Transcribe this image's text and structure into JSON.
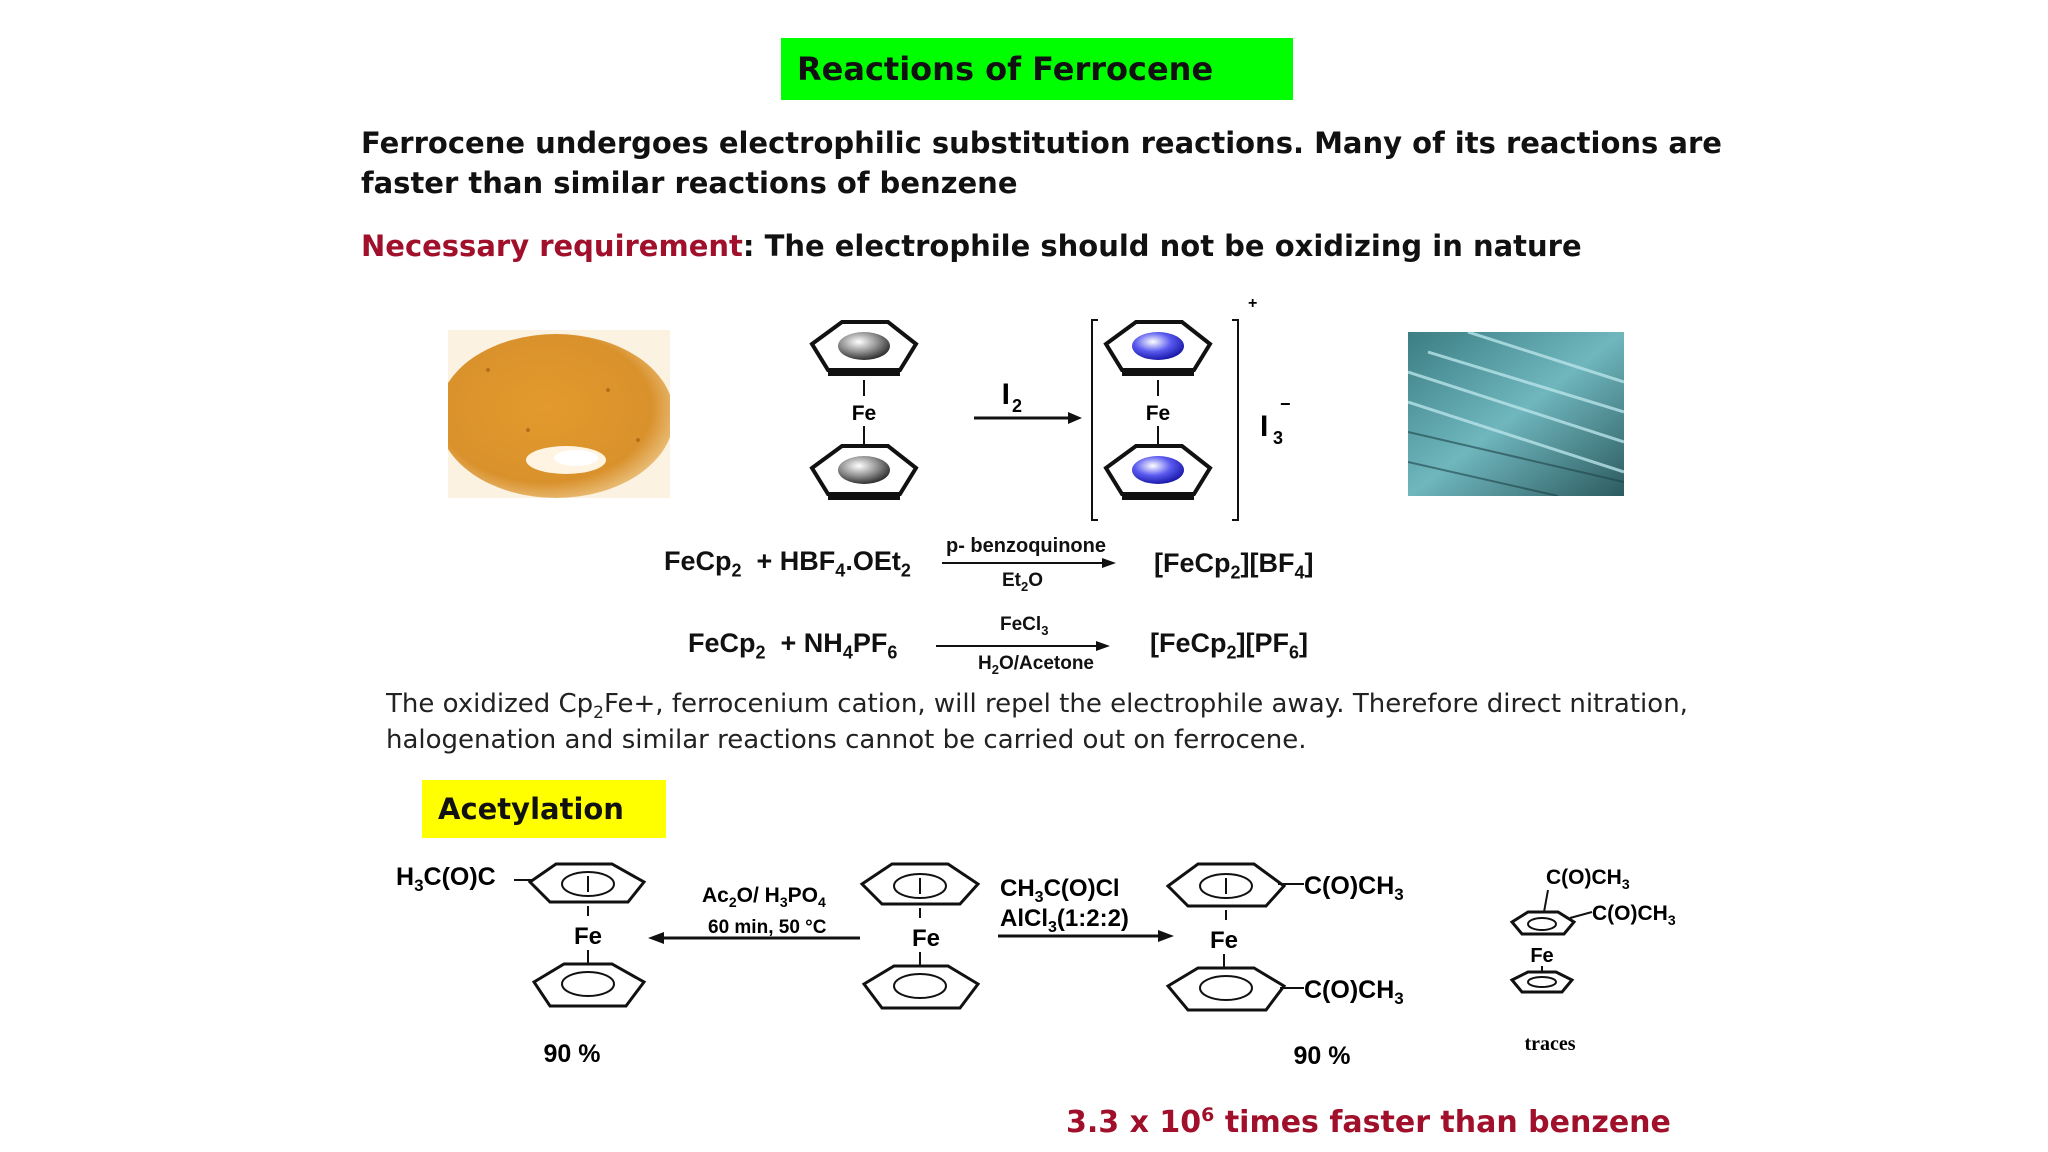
{
  "slide": {
    "title": "Reactions of Ferrocene",
    "intro_line1": "Ferrocene undergoes electrophilic substitution reactions. Many of its reactions are",
    "intro_line2": "faster than similar reactions of benzene",
    "requirement_label": "Necessary requirement",
    "requirement_text": ": The electrophile should not be oxidizing in nature"
  },
  "scheme1": {
    "metal": "Fe",
    "reagent_I": "I",
    "reagent_sub": "2",
    "product_charge": "+",
    "counterion": "I",
    "counterion_sub": "3",
    "counterion_charge": "−"
  },
  "reaction1": {
    "reactant_a": "FeCp",
    "reactant_a_sub": "2",
    "plus_label": "+ HBF",
    "plus_sub1": "4",
    "plus_mid": ".OEt",
    "plus_sub2": "2",
    "above_arrow": "p- benzoquinone",
    "below_arrow_main": "Et",
    "below_arrow_sub": "2",
    "below_arrow_end": "O",
    "product_a": "[FeCp",
    "product_sub1": "2",
    "product_b": "][BF",
    "product_sub2": "4",
    "product_c": "]"
  },
  "reaction2": {
    "reactant_a": "FeCp",
    "reactant_a_sub": "2",
    "plus_label": "+ NH",
    "plus_sub1": "4",
    "plus_mid": "PF",
    "plus_sub2": "6",
    "above_arrow_main": "FeCl",
    "above_arrow_sub": "3",
    "below_arrow_a": "H",
    "below_arrow_sub": "2",
    "below_arrow_b": "O/Acetone",
    "product_a": "[FeCp",
    "product_sub1": "2",
    "product_b": "][PF",
    "product_sub2": "6",
    "product_c": "]"
  },
  "note": {
    "line1_a": "The oxidized Cp",
    "line1_sub": "2",
    "line1_b": "Fe+, ferrocenium cation, will repel the electrophile away. Therefore direct nitration,",
    "line2": "halogenation and similar reactions cannot be carried out on ferrocene."
  },
  "acetylation": {
    "label": "Acetylation",
    "left_substituent_a": "H",
    "left_substituent_sub": "3",
    "left_substituent_b": "C(O)C",
    "metal": "Fe",
    "left_cond_1a": "Ac",
    "left_cond_1sub": "2",
    "left_cond_1b": "O/ H",
    "left_cond_1sub2": "3",
    "left_cond_1c": "PO",
    "left_cond_1sub3": "4",
    "left_cond_2": "60 min, 50 °C",
    "right_cond_1a": "CH",
    "right_cond_1sub": "3",
    "right_cond_1b": "C(O)Cl",
    "right_cond_2a": "AlCl",
    "right_cond_2sub": "3",
    "right_cond_2b": "(1:2:2)",
    "acyl_a": "C(O)CH",
    "acyl_sub": "3",
    "yield_left": "90 %",
    "yield_right": "90 %",
    "traces": "traces",
    "faster_a": "3.3 x 10",
    "faster_sup": "6",
    "faster_b": " times faster than benzene"
  }
}
